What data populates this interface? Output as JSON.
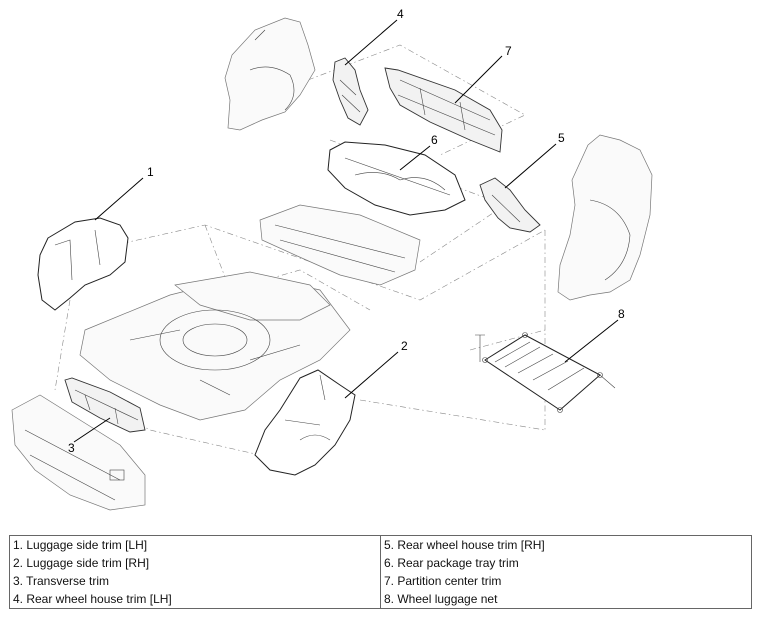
{
  "callouts": {
    "c1": "1",
    "c2": "2",
    "c3": "3",
    "c4": "4",
    "c5": "5",
    "c6": "6",
    "c7": "7",
    "c8": "8"
  },
  "legend": {
    "left": [
      "1. Luggage side trim [LH]",
      "2. Luggage side trim [RH]",
      "3. Transverse trim",
      "4. Rear wheel house trim [LH]"
    ],
    "right": [
      "5. Rear wheel house trim [RH]",
      "6. Rear package tray trim",
      "7. Partition center trim",
      "8. Wheel luggage net"
    ]
  }
}
